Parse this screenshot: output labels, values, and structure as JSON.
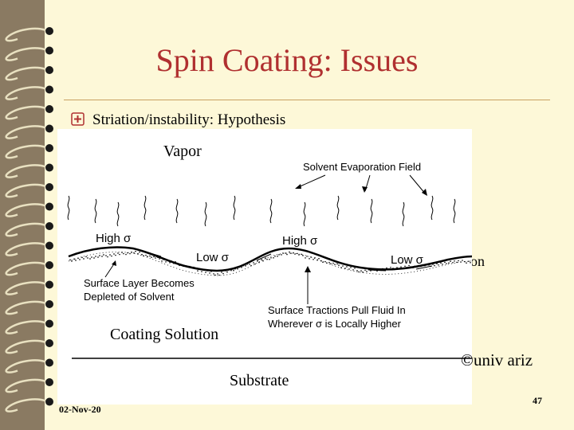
{
  "slide": {
    "title": "Spin Coating: Issues",
    "bullet": "Striation/instability: Hypothesis",
    "credit": "©univ ariz",
    "date": "02-Nov-20",
    "page_number": "47",
    "obscured_text_fragment": "on"
  },
  "figure": {
    "vapor": "Vapor",
    "evaporation_field": "Solvent Evaporation Field",
    "high_sigma_left": "High σ",
    "high_sigma_mid": "High σ",
    "low_sigma_left": "Low σ",
    "low_sigma_right": "Low σ",
    "depleted_line1": "Surface Layer Becomes",
    "depleted_line2": "Depleted of Solvent",
    "traction_line1": "Surface Tractions Pull Fluid In",
    "traction_line2": "Wherever  σ  is Locally Higher",
    "coating_solution": "Coating Solution",
    "substrate": "Substrate"
  },
  "colors": {
    "slide_background": "#fdf8d8",
    "title": "#b03030",
    "rule": "#c8a060",
    "bullet_icon": "#b03030"
  }
}
